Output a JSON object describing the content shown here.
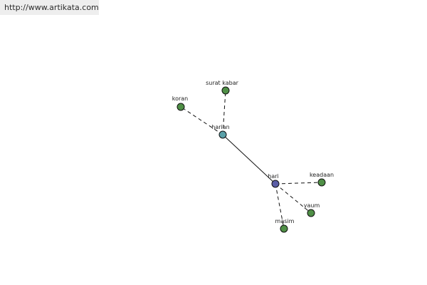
{
  "banner": {
    "url_text": "http://www.artikata.com"
  },
  "graph": {
    "nodes": [
      {
        "id": "hari",
        "label": "hari",
        "role": "center",
        "color": "#5b5ea6"
      },
      {
        "id": "harian",
        "label": "harian",
        "role": "secondary",
        "color": "#5aa0a8"
      },
      {
        "id": "surat_kabar",
        "label": "surat kabar",
        "role": "leaf",
        "color": "#4f8f46"
      },
      {
        "id": "koran",
        "label": "koran",
        "role": "leaf",
        "color": "#4f8f46"
      },
      {
        "id": "keadaan",
        "label": "keadaan",
        "role": "leaf",
        "color": "#4f8f46"
      },
      {
        "id": "yaum",
        "label": "yaum",
        "role": "leaf",
        "color": "#4f8f46"
      },
      {
        "id": "masim",
        "label": "masim",
        "role": "leaf",
        "color": "#4f8f46"
      }
    ],
    "edges": [
      {
        "from": "hari",
        "to": "harian",
        "style": "solid"
      },
      {
        "from": "harian",
        "to": "surat_kabar",
        "style": "dashed"
      },
      {
        "from": "harian",
        "to": "koran",
        "style": "dashed"
      },
      {
        "from": "hari",
        "to": "keadaan",
        "style": "dashed"
      },
      {
        "from": "hari",
        "to": "yaum",
        "style": "dashed"
      },
      {
        "from": "hari",
        "to": "masim",
        "style": "dashed"
      }
    ]
  }
}
